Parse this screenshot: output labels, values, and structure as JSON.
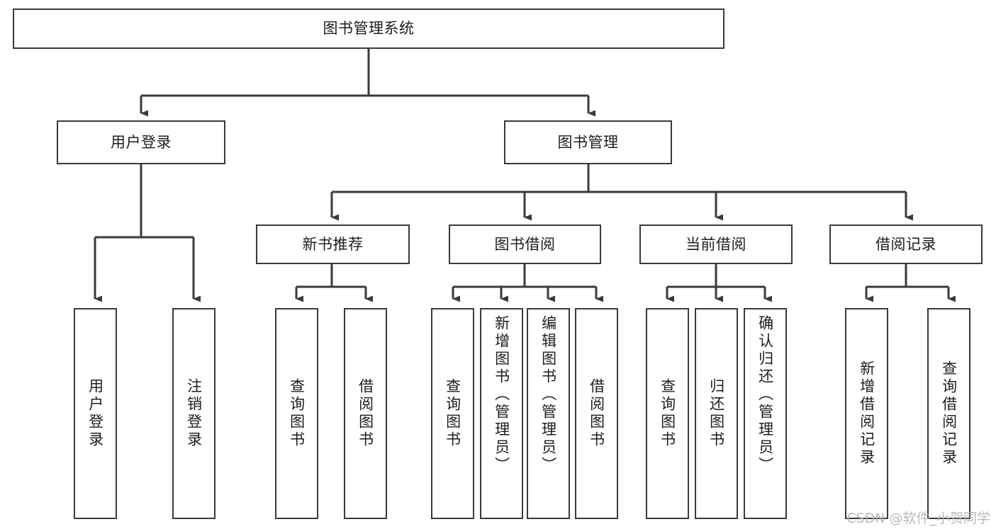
{
  "diagram": {
    "title": "图书管理系统",
    "type": "tree-hierarchy-chart",
    "watermark": "CSDN @软件_小贺同学",
    "colors": {
      "node_border": "#3a3a3a",
      "node_fill": "#ffffff",
      "edge": "#3a3a3a",
      "text": "#1d1d1d",
      "watermark": "#b9b9b9",
      "background": "#ffffff"
    },
    "nodes": {
      "root": {
        "label": "图书管理系统"
      },
      "level1": [
        {
          "id": "user-login",
          "label": "用户登录"
        },
        {
          "id": "book-manage",
          "label": "图书管理"
        }
      ],
      "level2": [
        {
          "id": "new-book-recommend",
          "label": "新书推荐"
        },
        {
          "id": "book-borrow",
          "label": "图书借阅"
        },
        {
          "id": "current-borrow",
          "label": "当前借阅"
        },
        {
          "id": "borrow-record",
          "label": "借阅记录"
        }
      ],
      "leaves": {
        "user-login": [
          {
            "id": "leaf-user-login",
            "label": "用户登录"
          },
          {
            "id": "leaf-logout",
            "label": "注销登录"
          }
        ],
        "new-book-recommend": [
          {
            "id": "leaf-query-book-1",
            "label": "查询图书"
          },
          {
            "id": "leaf-borrow-book-1",
            "label": "借阅图书"
          }
        ],
        "book-borrow": [
          {
            "id": "leaf-query-book-2",
            "label": "查询图书"
          },
          {
            "id": "leaf-add-book",
            "label": "新增图书（管理员）"
          },
          {
            "id": "leaf-edit-book",
            "label": "编辑图书（管理员）"
          },
          {
            "id": "leaf-borrow-book-2",
            "label": "借阅图书"
          }
        ],
        "current-borrow": [
          {
            "id": "leaf-query-book-3",
            "label": "查询图书"
          },
          {
            "id": "leaf-return-book",
            "label": "归还图书"
          },
          {
            "id": "leaf-confirm-return",
            "label": "确认归还（管理员）"
          }
        ],
        "borrow-record": [
          {
            "id": "leaf-add-record",
            "label": "新增借阅记录"
          },
          {
            "id": "leaf-query-record",
            "label": "查询借阅记录"
          }
        ]
      }
    }
  }
}
